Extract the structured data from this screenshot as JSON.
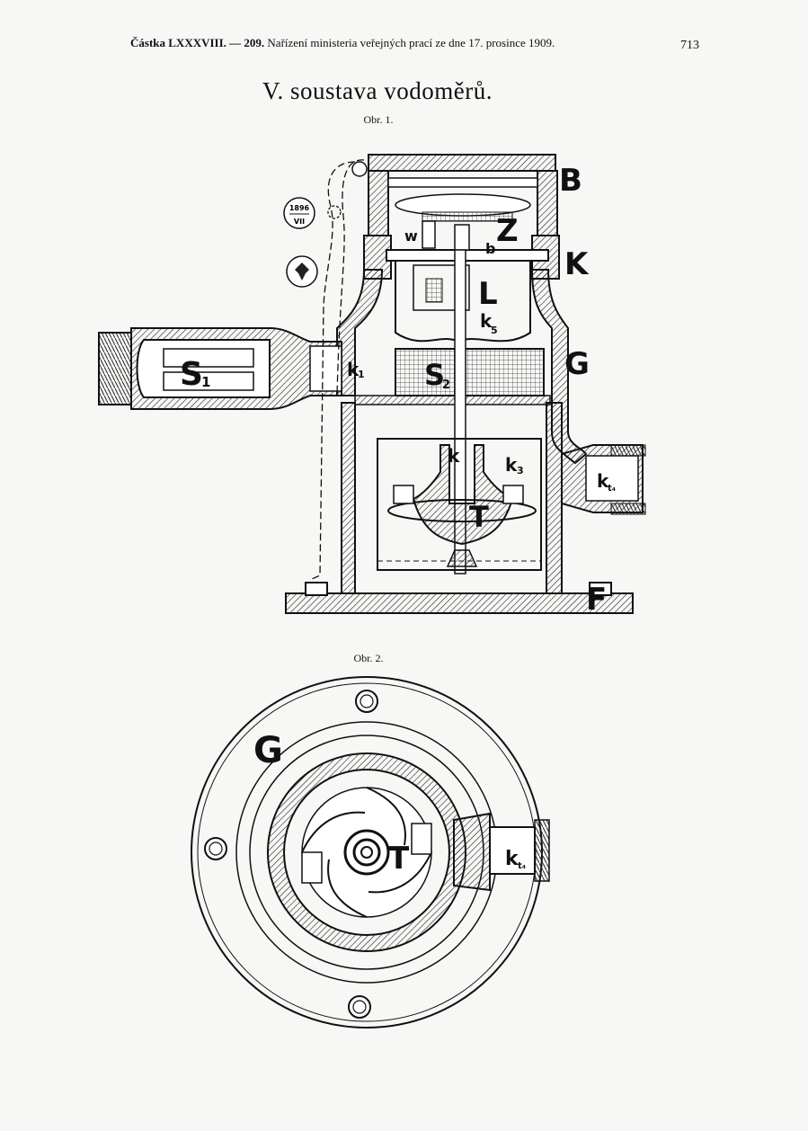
{
  "header": {
    "running_bold": "Částka LXXXVIII. — 209.",
    "running_rest": " Nařízení ministeria veřejných prací ze dne 17. prosince 1909.",
    "page_number": "713"
  },
  "title": "V. soustava vodoměrů.",
  "figure1": {
    "caption": "Obr. 1.",
    "labels": {
      "B": "B",
      "Z": "Z",
      "K": "K",
      "L": "L",
      "G": "G",
      "F": "F",
      "w": "w",
      "b": "b",
      "S1": "S",
      "S1_sub": "1",
      "S2": "S",
      "S2_sub": "2",
      "k1": "k",
      "k1_sub": "1",
      "k5": "k",
      "k5_sub": "5",
      "k": "k",
      "k3": "k",
      "k3_sub": "3",
      "k4": "k",
      "k4_sub": "t₄",
      "T": "T"
    },
    "seal_text": "1896",
    "seal_sub": "VII"
  },
  "figure2": {
    "caption": "Obr. 2.",
    "labels": {
      "G": "G",
      "T": "T",
      "k4": "k",
      "k4_sub": "t₄"
    }
  }
}
